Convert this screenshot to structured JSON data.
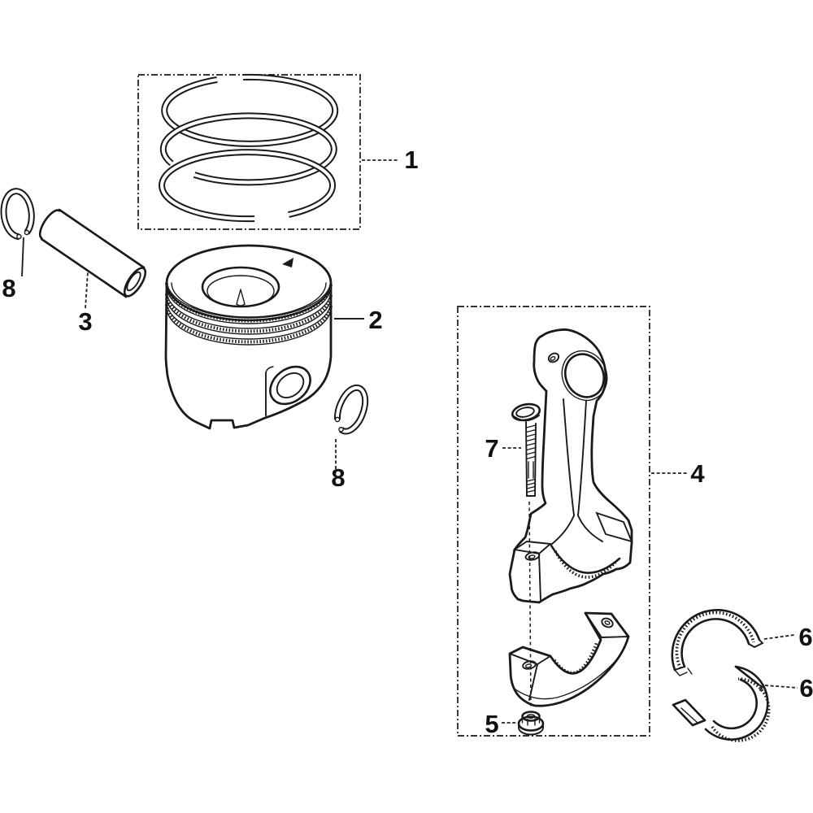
{
  "style": {
    "background": "#ffffff",
    "line_color": "#1a1a1a",
    "label_color": "#111111"
  },
  "callouts": {
    "ring_set": "1",
    "piston": "2",
    "piston_pin": "3",
    "connecting_rod": "4",
    "flange_nut": "5",
    "bearing_shell_upper": "6",
    "bearing_shell_lower": "6",
    "connecting_rod_bolt": "7",
    "pin_clip_left": "8",
    "pin_clip_right": "8"
  }
}
